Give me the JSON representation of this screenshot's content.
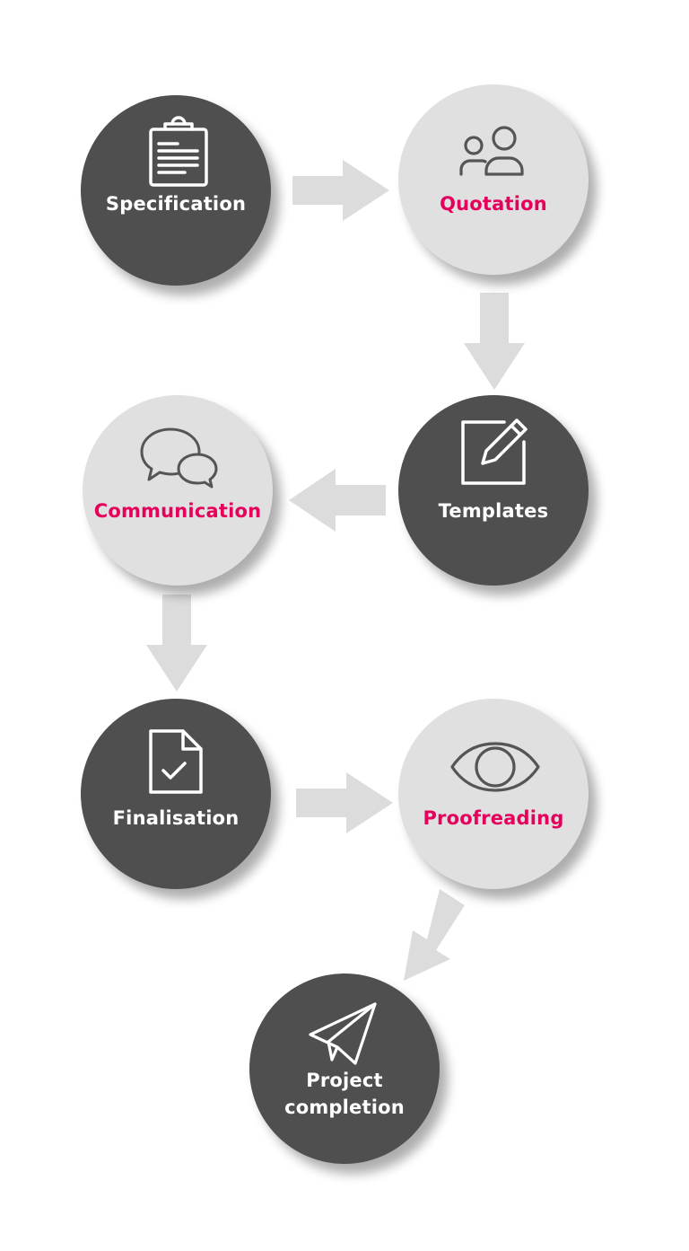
{
  "steps": [
    {
      "label": "Specification",
      "icon": "clipboard-icon"
    },
    {
      "label": "Quotation",
      "icon": "people-icon"
    },
    {
      "label": "Templates",
      "icon": "pencil-square-icon"
    },
    {
      "label": "Communication",
      "icon": "chat-bubbles-icon"
    },
    {
      "label": "Finalisation",
      "icon": "document-check-icon"
    },
    {
      "label": "Proofreading",
      "icon": "eye-icon"
    },
    {
      "label": "Project\ncompletion",
      "icon": "paper-plane-icon"
    }
  ],
  "colors": {
    "dark_circle": "#4f4f4f",
    "light_circle": "#e0e0e0",
    "accent_text": "#e5005b",
    "arrow": "#dcdcdc"
  }
}
